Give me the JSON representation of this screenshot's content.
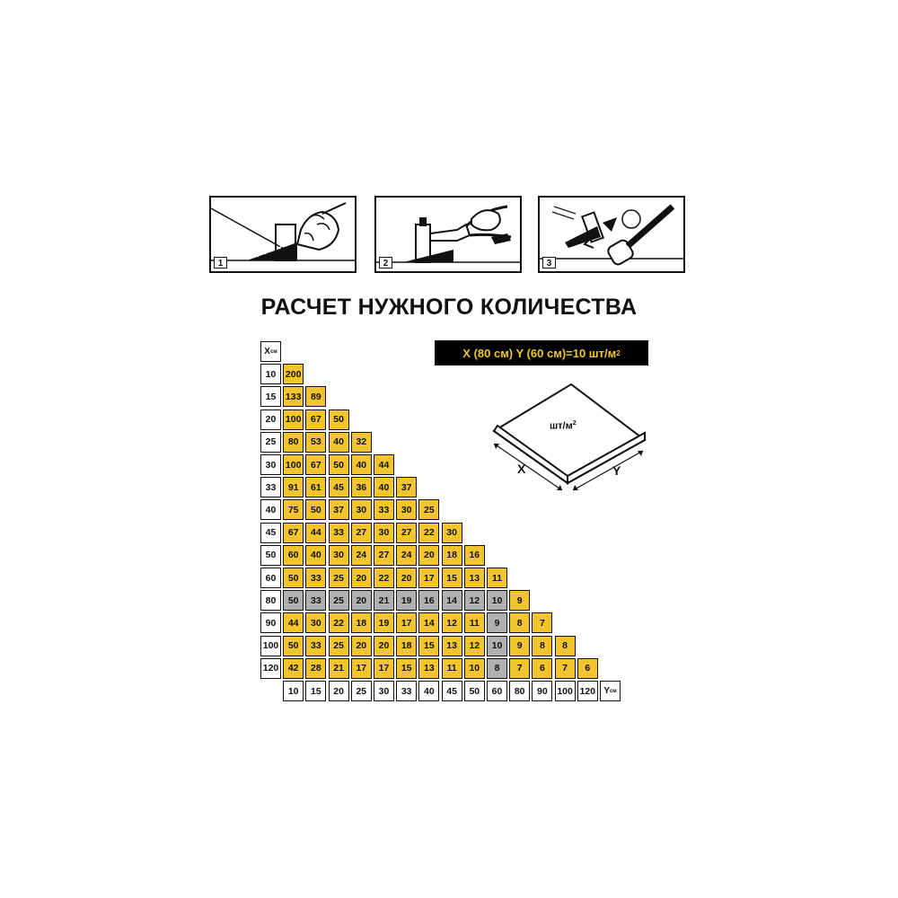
{
  "steps": [
    "1",
    "2",
    "3"
  ],
  "rotation_badge": "24",
  "title": "РАСЧЕТ НУЖНОГО КОЛИЧЕСТВА",
  "formula": {
    "text": "X (80 см) Y (60 см)=10 шт/м",
    "sup": "2"
  },
  "tile": {
    "label": "шт/м",
    "sup": "2",
    "x_axis": "X",
    "y_axis": "Y"
  },
  "axes": {
    "x_label": "X",
    "x_unit": "см",
    "y_label": "Y",
    "y_unit": "см"
  },
  "x_values": [
    "10",
    "15",
    "20",
    "25",
    "30",
    "33",
    "40",
    "45",
    "50",
    "60",
    "80",
    "90",
    "100",
    "120"
  ],
  "y_values": [
    "10",
    "15",
    "20",
    "25",
    "30",
    "33",
    "40",
    "45",
    "50",
    "60",
    "80",
    "90",
    "100",
    "120"
  ],
  "highlight": {
    "row": "80",
    "col": "60"
  },
  "colors": {
    "yellow": "#f2c52e",
    "grey": "#b0b0b0",
    "black": "#000000"
  },
  "rows": [
    [
      "200"
    ],
    [
      "133",
      "89"
    ],
    [
      "100",
      "67",
      "50"
    ],
    [
      "80",
      "53",
      "40",
      "32"
    ],
    [
      "100",
      "67",
      "50",
      "40",
      "44"
    ],
    [
      "91",
      "61",
      "45",
      "36",
      "40",
      "37"
    ],
    [
      "75",
      "50",
      "37",
      "30",
      "33",
      "30",
      "25"
    ],
    [
      "67",
      "44",
      "33",
      "27",
      "30",
      "27",
      "22",
      "30"
    ],
    [
      "60",
      "40",
      "30",
      "24",
      "27",
      "24",
      "20",
      "18",
      "16"
    ],
    [
      "50",
      "33",
      "25",
      "20",
      "22",
      "20",
      "17",
      "15",
      "13",
      "11"
    ],
    [
      "50",
      "33",
      "25",
      "20",
      "21",
      "19",
      "16",
      "14",
      "12",
      "10",
      "9"
    ],
    [
      "44",
      "30",
      "22",
      "18",
      "19",
      "17",
      "14",
      "12",
      "11",
      "9",
      "8",
      "7"
    ],
    [
      "50",
      "33",
      "25",
      "20",
      "20",
      "18",
      "15",
      "13",
      "12",
      "10",
      "9",
      "8",
      "8"
    ],
    [
      "42",
      "28",
      "21",
      "17",
      "17",
      "15",
      "13",
      "11",
      "10",
      "8",
      "7",
      "6",
      "7",
      "6"
    ]
  ]
}
